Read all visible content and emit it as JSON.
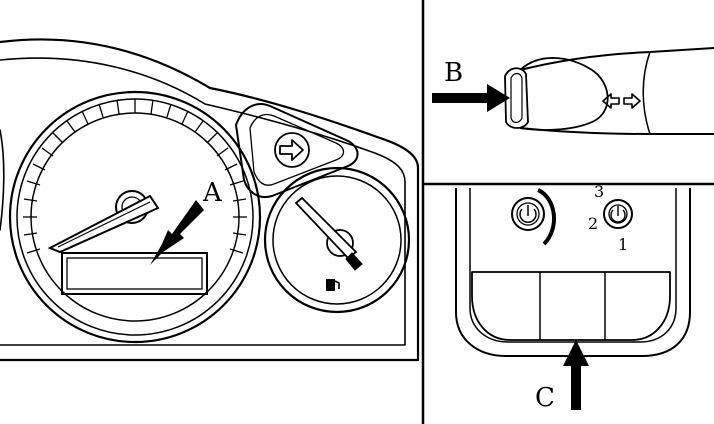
{
  "labels": {
    "a": "A",
    "b": "B",
    "c": "C",
    "pos1": "1",
    "pos2": "2",
    "pos3": "3"
  },
  "colors": {
    "ink": "#000000",
    "paper": "#ffffff"
  },
  "icons": [
    "fuel-pump-icon",
    "turn-signal-arrow-icon",
    "double-turn-arrow-icon",
    "power-button-icon"
  ]
}
